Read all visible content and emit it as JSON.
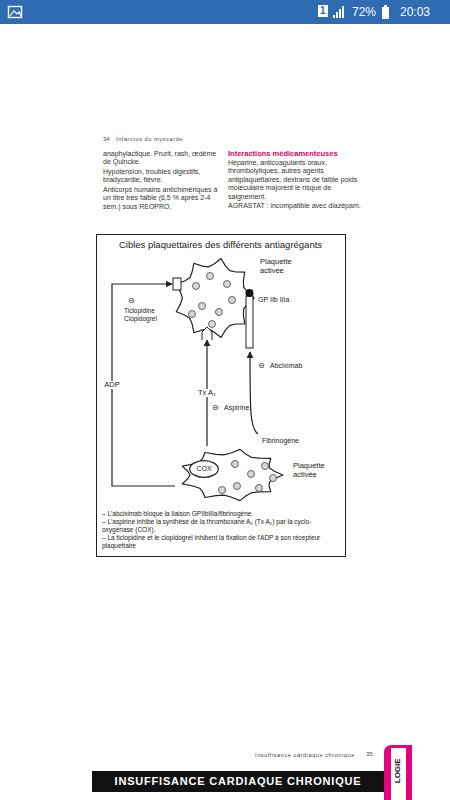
{
  "diagram": {
    "title": "Cibles plaquettaires des différents antiagrégants",
    "nodes": [
      {
        "text": [
          "Plaquette activée"
        ]
      },
      {
        "text": [
          "Plaquette activée"
        ]
      },
      {
        "text": [
          "COX"
        ],
        "in": 1
      }
    ],
    "edges": [
      {
        "from": 1,
        "to": 0,
        "arrow": "to",
        "label": "ADP"
      },
      {
        "from": 1,
        "to": 0,
        "arrow": "to",
        "label": "Tx A₂"
      }
    ],
    "labels": [
      "1",
      "72%",
      "20:03",
      "34",
      "Infarctus du myocarde",
      "anaphylactique. Prurit, rash, œdème de Quincke.",
      "Hypotension, troubles digestifs, bradycardie, fièvre.",
      "Anticorps humains antichimériques à un titre très faible (6,5 % après 2-4 sem.) sous REOPRO.",
      "Interactions médicamenteuses",
      "Héparine, anticoagulants oraux, thrombolytiques, autres agents antiplaquettaires, dextrans de faible poids moléculaire majorent le risque de saignement.",
      "AGRASTAT : incompatible avec diazépam.",
      "GP IIb IIIa",
      "⊖",
      "Ticlopidine Clopidogrel",
      "⊖",
      "Abciximab",
      "⊖",
      "Aspirine",
      "Fibrinogène",
      "– L'abciximab bloque la liaison GPIIbIIIa/fibrinogène.",
      "– L'aspirine inhibe la synthèse de la thromboxane A₂ (Tx A₂) par la cyclo-oxygénase (COX).",
      "– La ticlopidine et le clopidogrel inhibent la fixation de l'ADP à son récepteur plaquettaire",
      "Insuffisance cardiaque chronique",
      "35",
      "INSUFFISANCE CARDIAQUE CHRONIQUE",
      "LOGIE"
    ]
  }
}
